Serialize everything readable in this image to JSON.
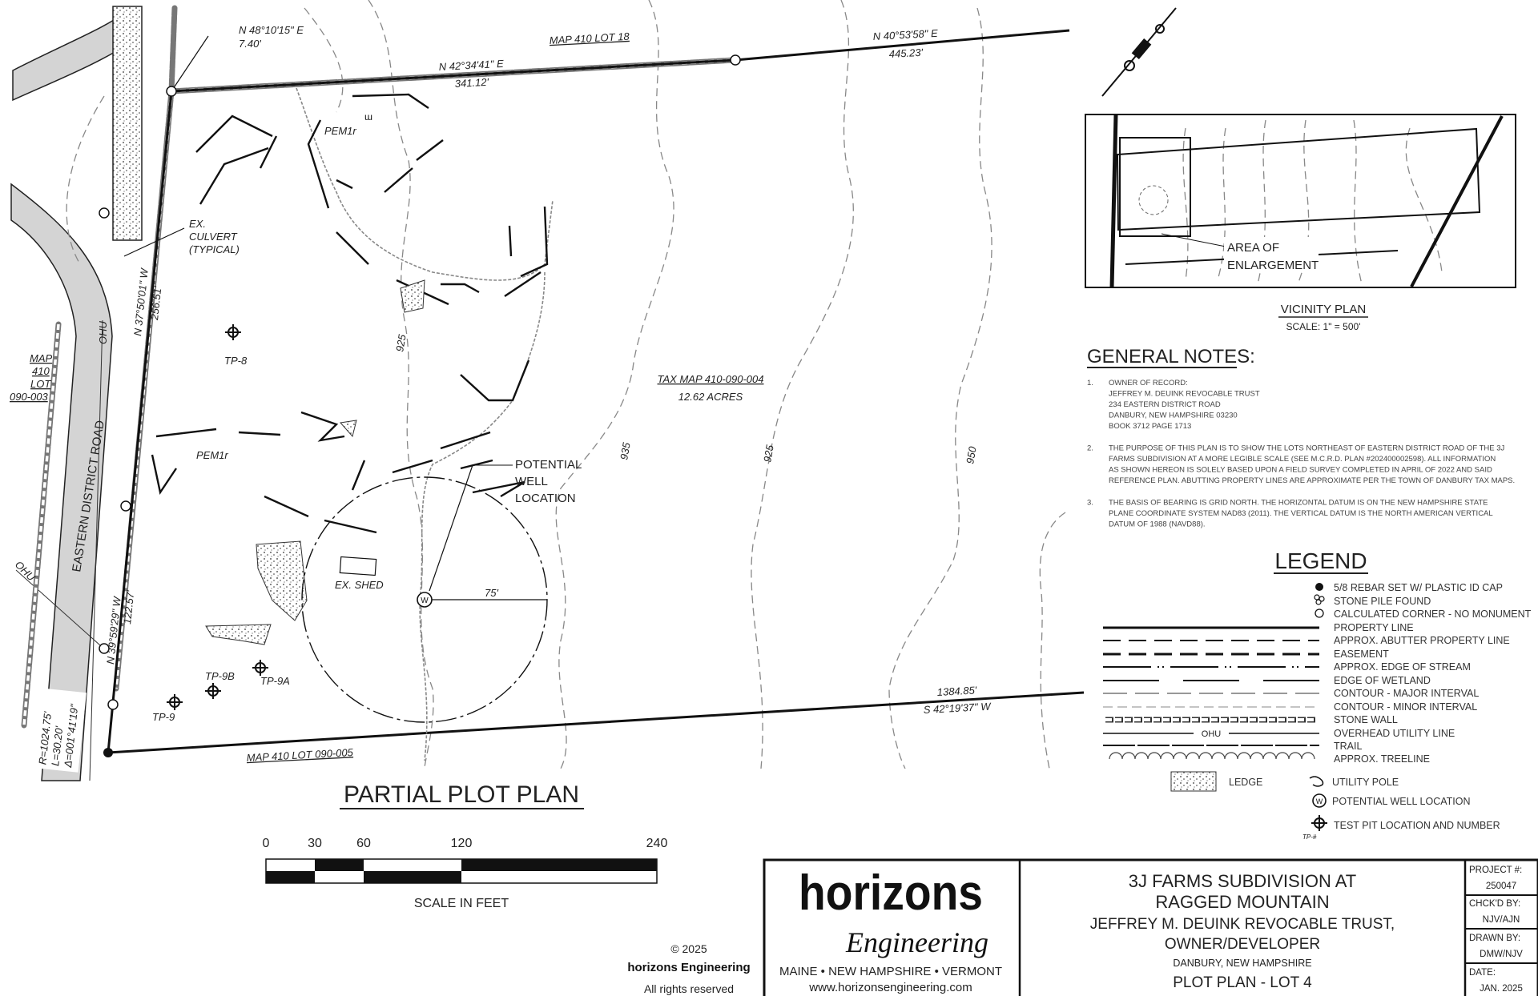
{
  "plan": {
    "title": "PARTIAL PLOT PLAN",
    "bearings": {
      "tie_bearing": "N 48°10'15\" E",
      "tie_distance": "7.40'",
      "north_line_1_bearing": "N 42°34'41\" E",
      "north_line_1_distance": "341.12'",
      "north_line_2_bearing": "N 40°53'58\" E",
      "north_line_2_distance": "445.23'",
      "west_line_1_bearing": "N 37°50'01\" W",
      "west_line_1_distance": "256.51'",
      "west_line_2_bearing": "N 39°59'29\" W",
      "west_line_2_distance": "122.57'",
      "south_line_distance": "1384.85'",
      "south_line_bearing": "S 42°19'37\" W",
      "curve_radius": "R=1024.75'",
      "curve_length": "L=30.20'",
      "curve_delta": "Δ=001°41'19\""
    },
    "abutters": {
      "north": "MAP 410 LOT 18",
      "west": [
        "MAP",
        "410",
        "LOT",
        "090-003"
      ],
      "south": "MAP 410 LOT 090-005"
    },
    "road_name": "EASTERN DISTRICT ROAD",
    "ohu_label": "OHU",
    "culvert_label": [
      "EX.",
      "CULVERT",
      "(TYPICAL)"
    ],
    "wetland_labels": [
      "PEM1r",
      "PEM1r"
    ],
    "test_pits": [
      "TP-8",
      "TP-9B",
      "TP-9A",
      "TP-9"
    ],
    "shed_label": "EX. SHED",
    "well_radius_label": "75'",
    "well_callout": [
      "POTENTIAL",
      "WELL",
      "LOCATION"
    ],
    "lot_label": "TAX MAP 410-090-004",
    "lot_area": "12.62 ACRES",
    "contour_labels": [
      "925",
      "935",
      "925",
      "950"
    ]
  },
  "scale_bar": {
    "ticks": [
      "0",
      "30",
      "60",
      "120",
      "240"
    ],
    "caption": "SCALE IN FEET"
  },
  "vicinity": {
    "callout": [
      "AREA OF",
      "ENLARGEMENT"
    ],
    "title": "VICINITY PLAN",
    "scale": "SCALE: 1\" = 500'"
  },
  "general_notes": {
    "heading": "GENERAL NOTES:",
    "items": [
      {
        "num": "1.",
        "lines": [
          "OWNER OF RECORD:",
          "JEFFREY M. DEUINK REVOCABLE TRUST",
          "234 EASTERN DISTRICT ROAD",
          "DANBURY, NEW HAMPSHIRE 03230",
          "BOOK 3712 PAGE 1713"
        ]
      },
      {
        "num": "2.",
        "lines": [
          "THE PURPOSE OF THIS PLAN IS TO SHOW THE LOTS NORTHEAST OF EASTERN DISTRICT ROAD OF THE 3J",
          "FARMS SUBDIVISION AT A MORE LEGIBLE SCALE (SEE M.C.R.D. PLAN #202400002598). ALL INFORMATION",
          "AS SHOWN HEREON IS SOLELY BASED UPON A FIELD SURVEY COMPLETED IN APRIL OF 2022 AND SAID",
          "REFERENCE PLAN. ABUTTING PROPERTY LINES ARE APPROXIMATE PER THE TOWN OF DANBURY TAX MAPS."
        ]
      },
      {
        "num": "3.",
        "lines": [
          "THE BASIS OF BEARING IS GRID NORTH. THE HORIZONTAL DATUM IS ON THE NEW HAMPSHIRE STATE",
          "PLANE COORDINATE SYSTEM NAD83 (2011). THE VERTICAL DATUM  IS THE NORTH AMERICAN VERTICAL",
          "DATUM OF 1988 (NAVD88)."
        ]
      }
    ]
  },
  "legend": {
    "title": "LEGEND",
    "items": [
      "5/8 REBAR SET W/ PLASTIC ID CAP",
      "STONE PILE FOUND",
      "CALCULATED CORNER - NO MONUMENT",
      "PROPERTY LINE",
      "APPROX. ABUTTER PROPERTY LINE",
      "EASEMENT",
      "APPROX. EDGE OF STREAM",
      "EDGE OF WETLAND",
      "CONTOUR - MAJOR INTERVAL",
      "CONTOUR - MINOR INTERVAL",
      "STONE WALL",
      "OVERHEAD UTILITY LINE",
      "TRAIL",
      "APPROX. TREELINE"
    ],
    "ohu_symbol_text": "OHU",
    "ledge": "LEDGE",
    "utility_pole": "UTILITY POLE",
    "well": "POTENTIAL WELL LOCATION",
    "well_symbol": "W",
    "test_pit": "TEST PIT LOCATION AND NUMBER",
    "test_pit_symbol": "TP-#"
  },
  "copyright": {
    "year": "© 2025",
    "logo": "horizons Engineering",
    "rights": "All rights reserved"
  },
  "title_block": {
    "logo_word1": "horizons",
    "logo_word2": "Engineering",
    "states": "MAINE • NEW HAMPSHIRE • VERMONT",
    "website": "www.horizonsengineering.com",
    "project_title_1": "3J FARMS SUBDIVISION AT",
    "project_title_2": "RAGGED MOUNTAIN",
    "owner_1": "JEFFREY M. DEUINK REVOCABLE TRUST,",
    "owner_2": "OWNER/DEVELOPER",
    "location": "DANBURY, NEW HAMPSHIRE",
    "sheet_title": "PLOT PLAN - LOT 4",
    "project_no_label": "PROJECT #:",
    "project_no": "250047",
    "checked_label": "CHCK'D BY:",
    "checked": "NJV/AJN",
    "drawn_label": "DRAWN BY:",
    "drawn": "DMW/NJV",
    "date_label": "DATE:",
    "date": "JAN. 2025"
  },
  "colors": {
    "ink": "#111111",
    "road": "#d4d4d4",
    "contour": "#888888"
  }
}
